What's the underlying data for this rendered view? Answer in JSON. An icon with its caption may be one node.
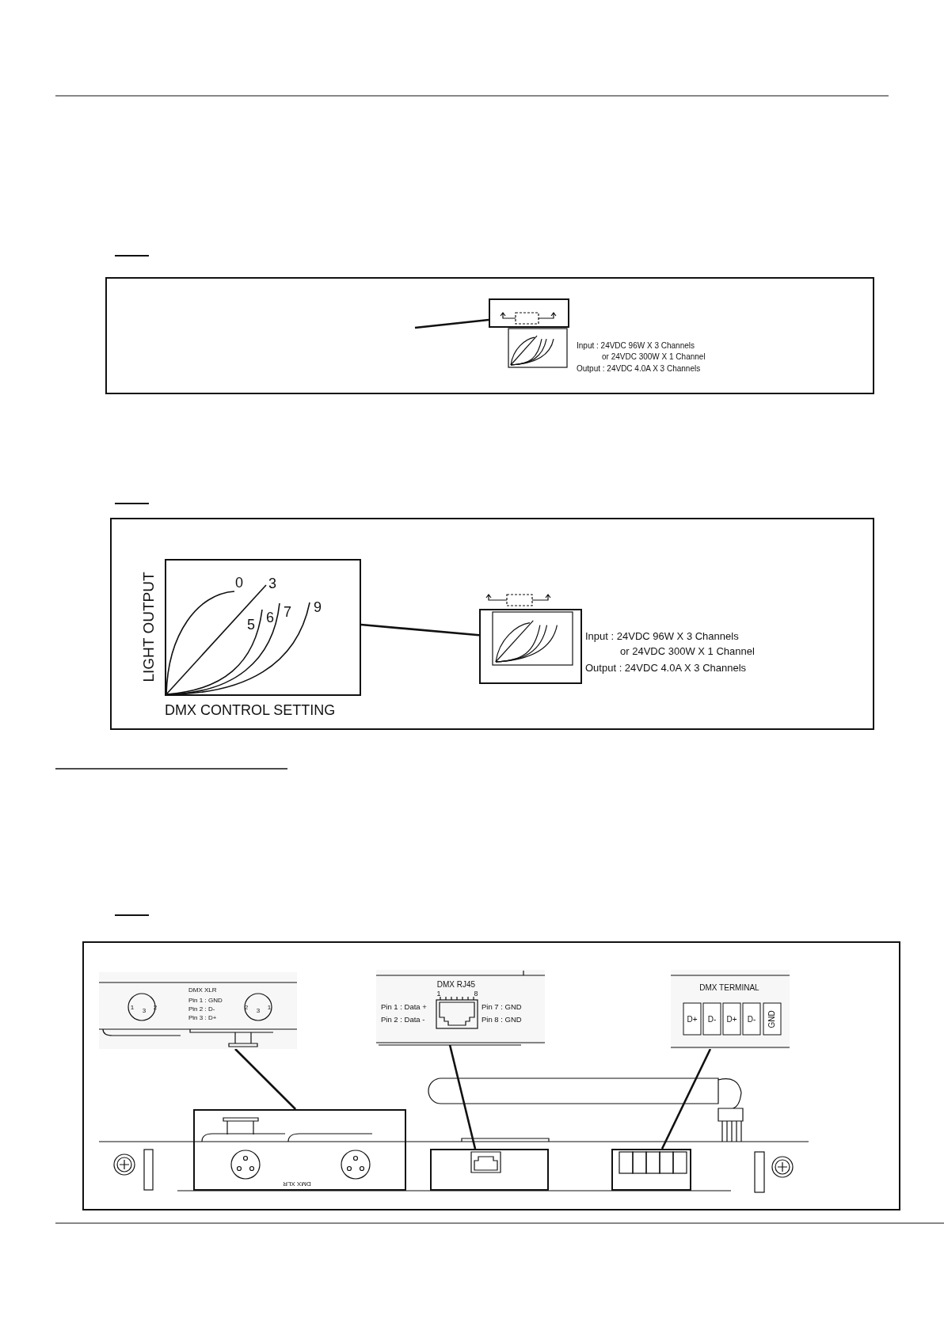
{
  "diagram": {
    "nodes": [
      {
        "text": [],
        "shape": "box",
        "beside": [
          "Input : 24VDC 96W X 3 Channels",
          "or 24VDC 300W X 1 Channel",
          "Output : 24VDC 4.0A X 3 Channels"
        ]
      },
      {
        "text": [
          "0",
          "3",
          "5",
          "6",
          "7",
          "9"
        ],
        "beside": [
          "LIGHT OUTPUT",
          "DMX CONTROL SETTING"
        ]
      },
      {
        "text": [],
        "shape": "box",
        "beside": [
          "Input : 24VDC 96W X 3 Channels",
          "or 24VDC 300W X 1 Channel",
          "Output : 24VDC 4.0A X 3 Channels"
        ]
      },
      {
        "text": [
          "1",
          "2",
          "3",
          "DMX XLR",
          "Pin 1 : GND",
          "Pin 2 : D-",
          "Pin 3 : D+",
          "2",
          "3",
          "1"
        ]
      },
      {
        "text": [
          "DMX RJ45",
          "1",
          "8",
          "Pin 1 : Data +",
          "Pin 2 : Data -",
          "Pin 7 : GND",
          "Pin 8 : GND"
        ]
      },
      {
        "text": [
          "DMX TERMINAL",
          "D+",
          "D-",
          "D+",
          "D-",
          "GND"
        ]
      },
      {
        "text": [
          "DMX XLR"
        ]
      },
      {
        "text": [],
        "shape": "box"
      },
      {
        "text": [],
        "shape": "box"
      }
    ],
    "edges": [
      {
        "from": null,
        "to": 0,
        "arrow": "none"
      },
      {
        "from": 1,
        "to": 2,
        "arrow": "none"
      },
      {
        "from": 3,
        "to": 6,
        "arrow": "none"
      },
      {
        "from": 4,
        "to": 7,
        "arrow": "none"
      },
      {
        "from": 5,
        "to": 8,
        "arrow": "none"
      }
    ]
  }
}
